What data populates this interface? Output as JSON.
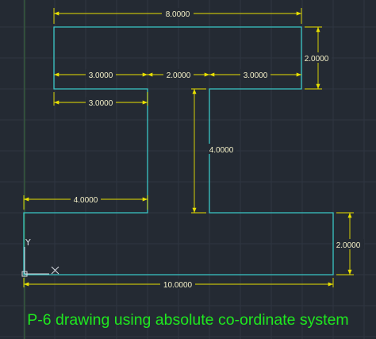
{
  "colors": {
    "background": "#242a33",
    "grid": "#2f3641",
    "outline": "#39c6c6",
    "dimension": "#e8e000",
    "dimension_text": "#f4f0c8",
    "axis": "#d8dde3",
    "caption": "#1fe81f"
  },
  "dimensions": {
    "top_width": "8.0000",
    "top_height": "2.0000",
    "flange_left": "3.0000",
    "gap": "2.0000",
    "flange_right": "3.0000",
    "inner_left": "3.0000",
    "stem_height": "4.0000",
    "bottom_left": "4.0000",
    "bottom_height": "2.0000",
    "bottom_width": "10.0000"
  },
  "ucs": {
    "y_label": "Y",
    "x_label": "X"
  },
  "caption": "P-6 drawing using absolute co-ordinate system"
}
